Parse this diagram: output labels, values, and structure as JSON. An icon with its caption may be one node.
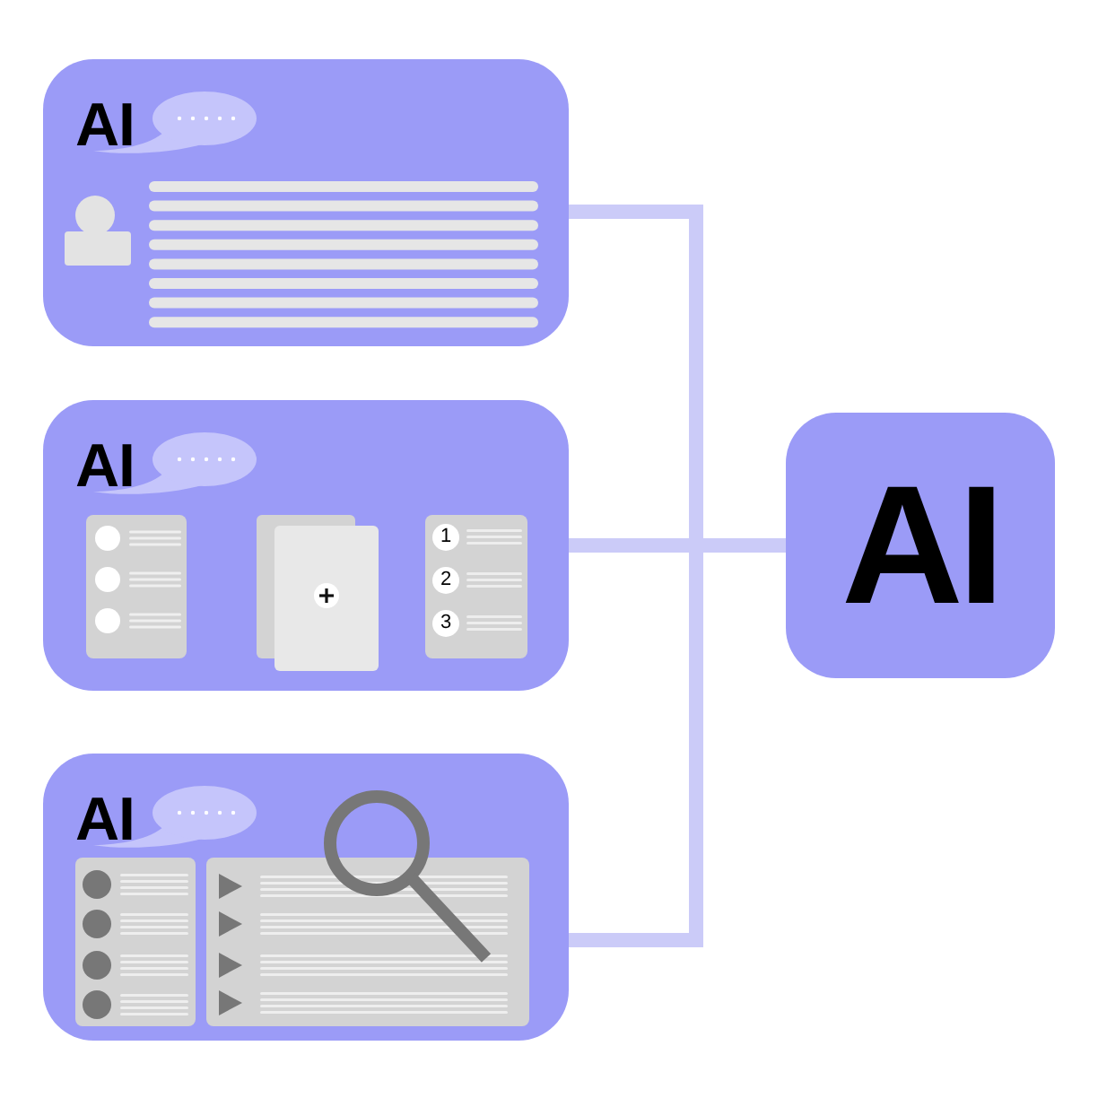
{
  "diagram": {
    "nodes": [
      {
        "text": [
          "AI"
        ]
      },
      {
        "text": [
          "AI"
        ]
      },
      {
        "text": [
          "1",
          "2",
          "3"
        ],
        "in": 1
      },
      {
        "text": [
          "AI"
        ]
      },
      {
        "text": [
          "AI"
        ]
      }
    ],
    "edges": [
      {
        "from": 0,
        "to": 4,
        "arrow": "none"
      },
      {
        "from": 1,
        "to": 4,
        "arrow": "none"
      },
      {
        "from": 3,
        "to": 4,
        "arrow": "none"
      }
    ]
  }
}
